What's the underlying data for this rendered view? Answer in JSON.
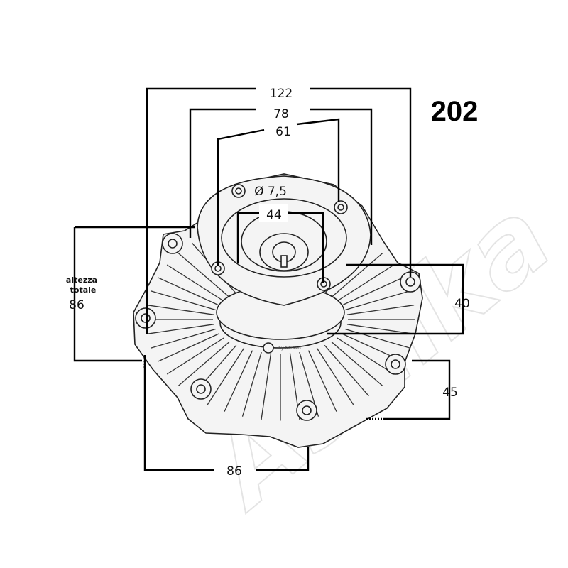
{
  "part_code": "202",
  "watermark": "Ashika",
  "credit": "by bitoken",
  "dimensions": {
    "overall_width": "122",
    "flange_outer": "78",
    "bolt_circle": "61",
    "hole_diameter": "Ø 7,5",
    "center_bore": "44",
    "total_height_label_line1": "altezza",
    "total_height_label_line2": "totale",
    "total_height": "86",
    "right_upper": "40",
    "right_lower": "45",
    "bottom_width": "86"
  }
}
